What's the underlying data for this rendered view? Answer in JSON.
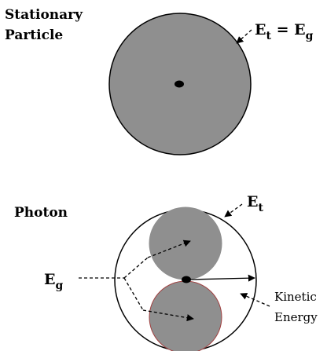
{
  "stationary": {
    "title_line1": "Stationary",
    "title_line2": "Particle",
    "energy_label_main": "E",
    "energy_label_sub": "t",
    "energy_label_equals": " = E",
    "energy_label_sub2": "g"
  },
  "photon": {
    "title": "Photon",
    "total_label_main": "E",
    "total_label_sub": "t",
    "eg_label_main": "E",
    "eg_label_sub": "g",
    "kinetic_line1": "Kinetic",
    "kinetic_line2": "Energy"
  },
  "colors": {
    "fill_gray": "#8f8f8f",
    "stroke": "#000000",
    "lower_circle_stroke": "#a04040"
  }
}
